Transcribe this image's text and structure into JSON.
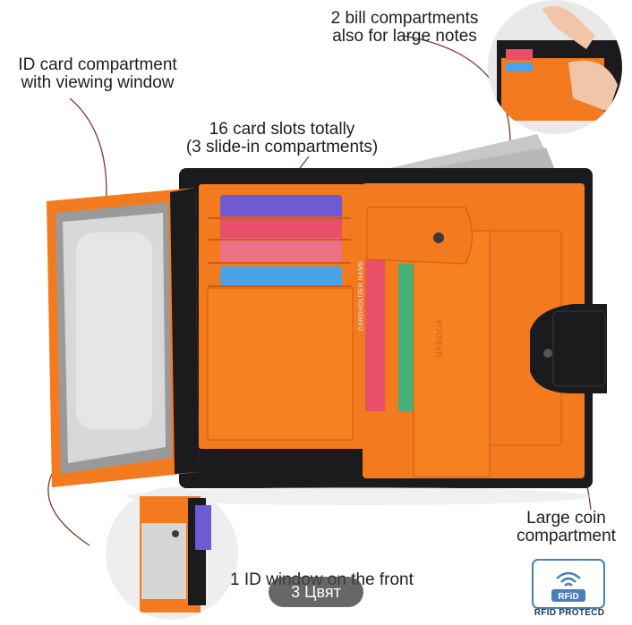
{
  "labels": {
    "bill_line1": "2 bill compartments",
    "bill_line2": "also for large notes",
    "id_line1": "ID card compartment",
    "id_line2": "with viewing window",
    "slots_line1": "16 card slots totally",
    "slots_line2": "(3 slide-in compartments)",
    "coin_line1": "Large coin",
    "coin_line2": "compartment",
    "front_window": "1 ID window on the front"
  },
  "product_text": {
    "card_text": "CARDHOLDER NAME",
    "brand_emboss": "NEBOUA"
  },
  "badge": {
    "rfid_text": "RFiD",
    "rfid_caption": "RFID PROTECD"
  },
  "variant": {
    "label": "3 Цвят"
  },
  "colors": {
    "orange": "#f47a1f",
    "black": "#1b1b1e",
    "badge_blue": "#4a7fb8"
  }
}
